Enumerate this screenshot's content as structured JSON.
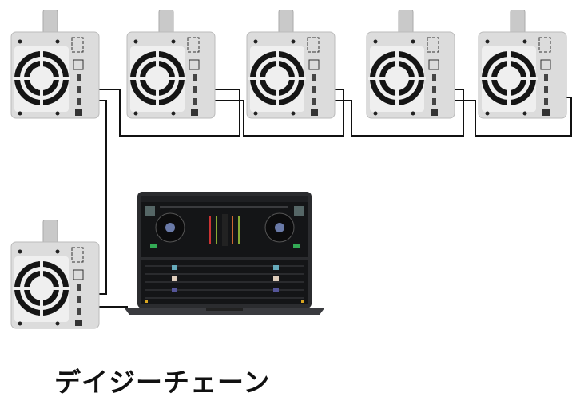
{
  "title": "デイジーチェーン",
  "devices": [
    "storage-enclosure-1",
    "storage-enclosure-2",
    "storage-enclosure-3",
    "storage-enclosure-4",
    "storage-enclosure-5",
    "storage-enclosure-6"
  ],
  "colors": {
    "device": "#d9d9d9",
    "fan": "#1a1a1a",
    "cable": "#111111",
    "laptop": "#2b2c2f",
    "screen": "#141517",
    "accent": "#d8a520"
  }
}
